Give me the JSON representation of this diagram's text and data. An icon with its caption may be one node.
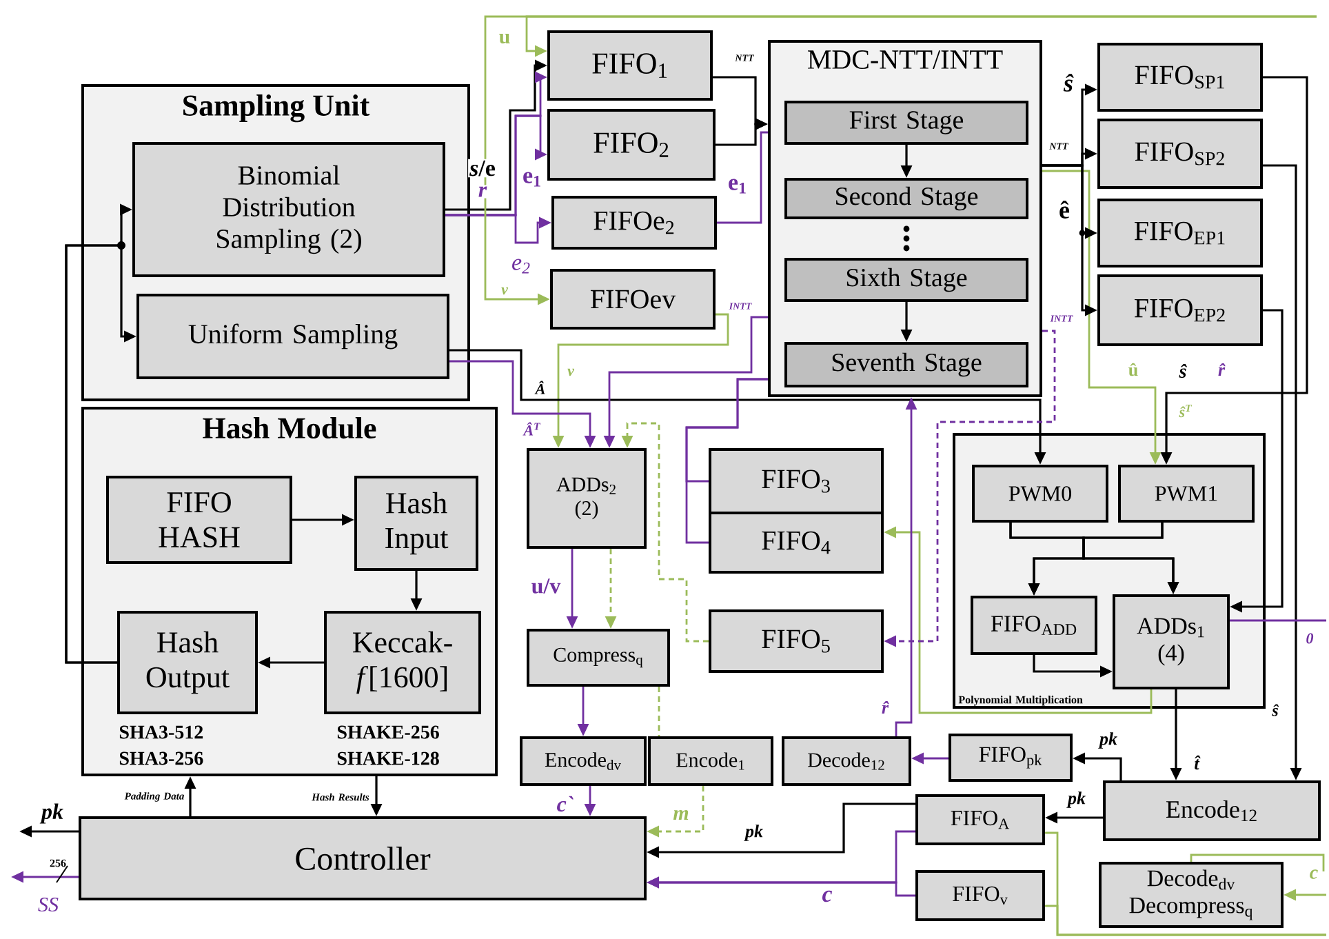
{
  "diagram": {
    "nodes": [
      {
        "text": [
          "Sampling Unit"
        ]
      },
      {
        "text": [
          "Binomial Distribution Sampling (2)"
        ],
        "in": 0
      },
      {
        "text": [
          "Uniform Sampling"
        ],
        "in": 0
      },
      {
        "text": [
          "Hash Module"
        ]
      },
      {
        "text": [
          "FIFO HASH"
        ],
        "in": 3
      },
      {
        "text": [
          "Hash Input"
        ],
        "in": 3
      },
      {
        "text": [
          "Keccak-*f*[1600]"
        ],
        "in": 3,
        "beside": [
          "SHAKE-256",
          "SHAKE-128"
        ]
      },
      {
        "text": [
          "Hash Output"
        ],
        "in": 3,
        "beside": [
          "SHA3-512",
          "SHA3-256"
        ]
      },
      {
        "text": [
          "Controller"
        ]
      },
      {
        "text": [
          "FIFO$_{1}$"
        ]
      },
      {
        "text": [
          "FIFO$_{2}$"
        ]
      },
      {
        "text": [
          "FIFOe$_{2}$"
        ]
      },
      {
        "text": [
          "FIFOev"
        ]
      },
      {
        "text": [
          "MDC-NTT/INTT"
        ]
      },
      {
        "text": [
          "First Stage"
        ],
        "in": 13
      },
      {
        "text": [
          "Second Stage"
        ],
        "in": 13
      },
      {
        "text": [
          "Sixth Stage"
        ],
        "in": 13
      },
      {
        "text": [
          "Seventh Stage"
        ],
        "in": 13
      },
      {
        "text": [
          "FIFO$_{SP1}$"
        ]
      },
      {
        "text": [
          "FIFO$_{SP2}$"
        ]
      },
      {
        "text": [
          "FIFO$_{EP1}$"
        ]
      },
      {
        "text": [
          "FIFO$_{EP2}$"
        ]
      },
      {
        "text": [
          "ADDs$_{2}$ (2)"
        ]
      },
      {
        "text": [
          "FIFO$_{3}$"
        ]
      },
      {
        "text": [
          "FIFO$_{4}$"
        ]
      },
      {
        "text": [
          "FIFO$_{5}$"
        ]
      },
      {
        "text": [
          "Compress$_{q}$"
        ]
      },
      {
        "text": [
          "Encode$_{dv}$"
        ]
      },
      {
        "text": [
          "Encode$_{1}$"
        ]
      },
      {
        "text": [
          "Decode$_{12}$"
        ]
      },
      {
        "text": [
          "Polynomial Multiplication"
        ]
      },
      {
        "text": [
          "PWM0"
        ],
        "in": 30
      },
      {
        "text": [
          "PWM1"
        ],
        "in": 30
      },
      {
        "text": [
          "FIFO$_{ADD}$"
        ],
        "in": 30
      },
      {
        "text": [
          "ADDs$_{1}$ (4)"
        ],
        "in": 30
      },
      {
        "text": [
          "FIFO$_{pk}$"
        ]
      },
      {
        "text": [
          "Encode$_{12}$"
        ]
      },
      {
        "text": [
          "FIFO$_{A}$"
        ]
      },
      {
        "text": [
          "FIFO$_{v}$"
        ]
      },
      {
        "text": [
          "Decode$_{dv}$ Decompress$_{q}$"
        ]
      }
    ],
    "edges": [
      {
        "from": 4,
        "to": 5,
        "arrow": "to"
      },
      {
        "from": 5,
        "to": 6,
        "arrow": "to"
      },
      {
        "from": 6,
        "to": 7,
        "arrow": "to"
      },
      {
        "from": 7,
        "to": 1,
        "arrow": "to"
      },
      {
        "from": 7,
        "to": 2,
        "arrow": "to"
      },
      {
        "from": 8,
        "to": 3,
        "arrow": "to",
        "label": "Padding Data"
      },
      {
        "from": 3,
        "to": 8,
        "arrow": "to",
        "label": "Hash Results"
      },
      {
        "from": 8,
        "to": null,
        "arrow": "to",
        "label": "pk"
      },
      {
        "from": 8,
        "to": null,
        "arrow": "to",
        "label": "SS",
        "color": "#7030a0"
      },
      {
        "from": 1,
        "to": 9,
        "arrow": "to",
        "label": "*s*/e"
      },
      {
        "from": 1,
        "to": 9,
        "arrow": "to",
        "label": "r",
        "color": "#7030a0"
      },
      {
        "from": 1,
        "to": 10,
        "arrow": "to",
        "label": "e$_{1}$",
        "color": "#7030a0"
      },
      {
        "from": 1,
        "to": 11,
        "arrow": "to",
        "label": "e$_{2}$",
        "color": "#7030a0"
      },
      {
        "from": null,
        "to": 12,
        "arrow": "to",
        "label": "v",
        "color": "#9bbb59"
      },
      {
        "from": null,
        "to": 9,
        "arrow": "to",
        "label": "u",
        "color": "#9bbb59"
      },
      {
        "from": 9,
        "to": 13,
        "arrow": "to",
        "label": "NTT"
      },
      {
        "from": 10,
        "to": 13,
        "arrow": "to"
      },
      {
        "from": 11,
        "to": 13,
        "arrow": "none",
        "label": "e$_{1}$",
        "color": "#7030a0"
      },
      {
        "from": 12,
        "to": 22,
        "arrow": "to",
        "label": "v",
        "color": "#9bbb59"
      },
      {
        "from": 2,
        "to": 31,
        "arrow": "to",
        "label": "Â"
      },
      {
        "from": 2,
        "to": 22,
        "arrow": "to",
        "label": "Â$^{T}$",
        "color": "#7030a0"
      },
      {
        "from": 13,
        "to": 22,
        "arrow": "to",
        "label": "INTT",
        "color": "#7030a0"
      },
      {
        "from": 13,
        "to": 23,
        "arrow": "none",
        "color": "#7030a0"
      },
      {
        "from": 13,
        "to": 24,
        "arrow": "none",
        "color": "#7030a0"
      },
      {
        "from": 34,
        "to": 24,
        "arrow": "to",
        "color": "#9bbb59"
      },
      {
        "from": 29,
        "to": 13,
        "arrow": "to",
        "label": "r̂",
        "color": "#7030a0"
      },
      {
        "from": 13,
        "to": 25,
        "arrow": "to",
        "label": "INTT",
        "style": "dashed",
        "color": "#7030a0"
      },
      {
        "from": 25,
        "to": 22,
        "arrow": "to",
        "style": "dashed",
        "color": "#9bbb59"
      },
      {
        "from": 22,
        "to": 26,
        "arrow": "to",
        "label": "u/v",
        "color": "#7030a0"
      },
      {
        "from": 22,
        "to": 26,
        "arrow": "to",
        "style": "dashed",
        "color": "#9bbb59"
      },
      {
        "from": 26,
        "to": 27,
        "arrow": "to",
        "color": "#7030a0"
      },
      {
        "from": 26,
        "to": 28,
        "arrow": "none",
        "style": "dashed",
        "color": "#9bbb59"
      },
      {
        "from": 27,
        "to": 8,
        "arrow": "to",
        "label": "c`",
        "color": "#7030a0"
      },
      {
        "from": 28,
        "to": 8,
        "arrow": "to",
        "label": "m",
        "style": "dashed",
        "color": "#9bbb59"
      },
      {
        "from": 37,
        "to": 8,
        "arrow": "to",
        "label": "pk"
      },
      {
        "from": 37,
        "to": 8,
        "arrow": "to",
        "label": "c",
        "color": "#7030a0"
      },
      {
        "from": 38,
        "to": 8,
        "arrow": "to",
        "color": "#7030a0"
      },
      {
        "from": 35,
        "to": 29,
        "arrow": "to",
        "color": "#7030a0"
      },
      {
        "from": 36,
        "to": 35,
        "arrow": "to",
        "label": "pk"
      },
      {
        "from": 36,
        "to": 37,
        "arrow": "to",
        "label": "pk"
      },
      {
        "from": 34,
        "to": 36,
        "arrow": "to",
        "label": "t̂"
      },
      {
        "from": 19,
        "to": 36,
        "arrow": "to",
        "label": "ŝ"
      },
      {
        "from": 18,
        "to": 32,
        "arrow": "to",
        "label": "ŝ"
      },
      {
        "from": 13,
        "to": 32,
        "arrow": "to",
        "label": "û",
        "color": "#9bbb59"
      },
      {
        "from": 21,
        "to": 34,
        "arrow": "to"
      },
      {
        "from": null,
        "to": 34,
        "arrow": "none",
        "label": "0",
        "color": "#7030a0"
      },
      {
        "from": 13,
        "to": 18,
        "arrow": "to",
        "label": "ŝ"
      },
      {
        "from": 13,
        "to": 19,
        "arrow": "to",
        "label": "NTT"
      },
      {
        "from": 13,
        "to": 20,
        "arrow": "to",
        "label": "ê"
      },
      {
        "from": 13,
        "to": 21,
        "arrow": "to"
      },
      {
        "from": 14,
        "to": 15,
        "arrow": "to"
      },
      {
        "from": 16,
        "to": 17,
        "arrow": "to"
      },
      {
        "from": 31,
        "to": 33,
        "arrow": "to"
      },
      {
        "from": 31,
        "to": 34,
        "arrow": "to"
      },
      {
        "from": 32,
        "to": 33,
        "arrow": "to"
      },
      {
        "from": 32,
        "to": 34,
        "arrow": "to"
      },
      {
        "from": 33,
        "to": 34,
        "arrow": "to"
      },
      {
        "from": null,
        "to": 39,
        "arrow": "to",
        "label": "c",
        "color": "#9bbb59"
      },
      {
        "from": 37,
        "to": null,
        "arrow": "none",
        "color": "#9bbb59"
      },
      {
        "from": 38,
        "to": null,
        "arrow": "none",
        "color": "#9bbb59"
      },
      {
        "from": 39,
        "to": null,
        "arrow": "none",
        "color": "#9bbb59"
      }
    ],
    "labels": [
      "256",
      "r̂",
      "ŝ$^{T}$"
    ]
  }
}
